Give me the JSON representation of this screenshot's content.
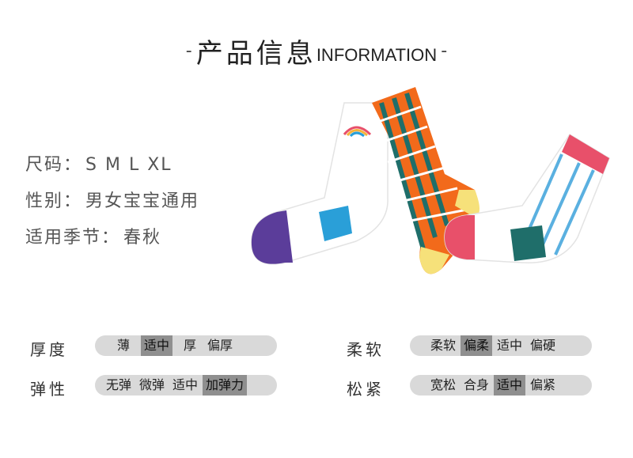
{
  "header": {
    "dash_left": "-",
    "title_cn": "产品信息",
    "title_en": "INFORMATION",
    "dash_right": "-"
  },
  "specs": {
    "size": {
      "label": "尺码：",
      "value": "S M L XL"
    },
    "gender": {
      "label": "性别：",
      "value": "男女宝宝通用"
    },
    "season": {
      "label": "适用季节：",
      "value": "春秋"
    }
  },
  "attributes": {
    "thickness": {
      "label": "厚度",
      "options": [
        "薄",
        "适中",
        "厚",
        "偏厚"
      ],
      "selected_index": 1
    },
    "softness": {
      "label": "柔软",
      "options": [
        "柔软",
        "偏柔",
        "适中",
        "偏硬"
      ],
      "selected_index": 1
    },
    "elasticity": {
      "label": "弹性",
      "options": [
        "无弹",
        "微弹",
        "适中",
        "加弹力"
      ],
      "selected_index": 3
    },
    "fit": {
      "label": "松紧",
      "options": [
        "宽松",
        "合身",
        "适中",
        "偏紧"
      ],
      "selected_index": 2
    }
  },
  "colors": {
    "pill_bg": "#d9d9d9",
    "pill_active": "#8f8f8f",
    "sock_purple": "#5b3d9a",
    "sock_blue": "#2a9fd8",
    "sock_orange": "#f26a1b",
    "sock_teal": "#1f6e6a",
    "sock_pink": "#e8506a",
    "sock_yellow": "#f6e17a",
    "stripe_blue": "#5ab0e0"
  }
}
